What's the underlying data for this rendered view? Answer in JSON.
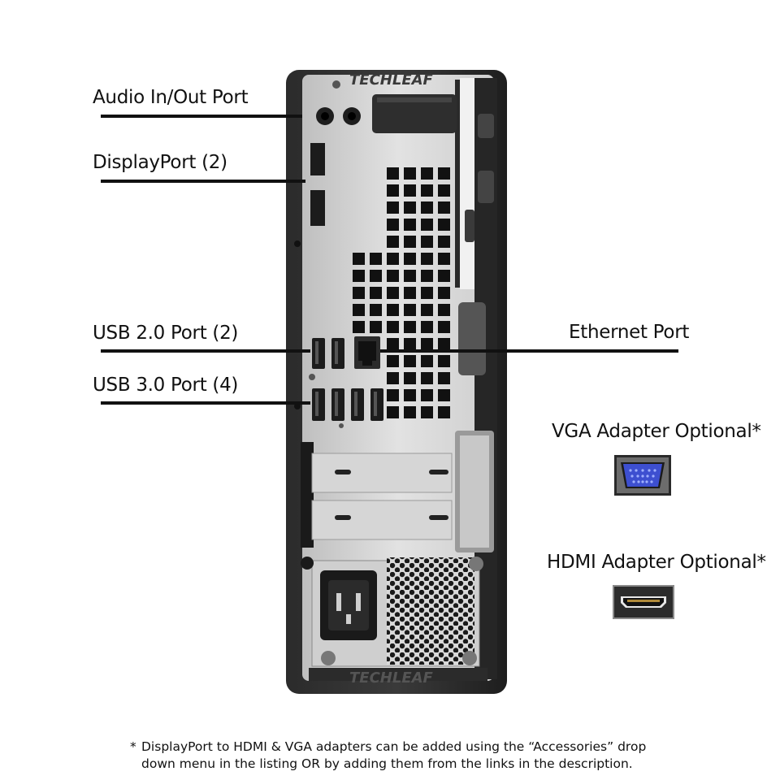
{
  "labels": {
    "audio": "Audio In/Out Port",
    "displayport": "DisplayPort (2)",
    "usb2": "USB 2.0 Port (2)",
    "usb3": "USB 3.0 Port (4)",
    "ethernet": "Ethernet Port",
    "vga": "VGA Adapter Optional*",
    "hdmi": "HDMI Adapter Optional*"
  },
  "watermark": "TECHLEAF",
  "footnote": {
    "marker": "*",
    "line1": "DisplayPort to HDMI & VGA adapters can be added using the “Accessories” drop",
    "line2": "down menu in the listing OR by adding them from the links in the description."
  },
  "icons": {
    "vga": "vga-port-icon",
    "hdmi": "hdmi-port-icon",
    "computer": "sff-desktop-rear-image"
  }
}
